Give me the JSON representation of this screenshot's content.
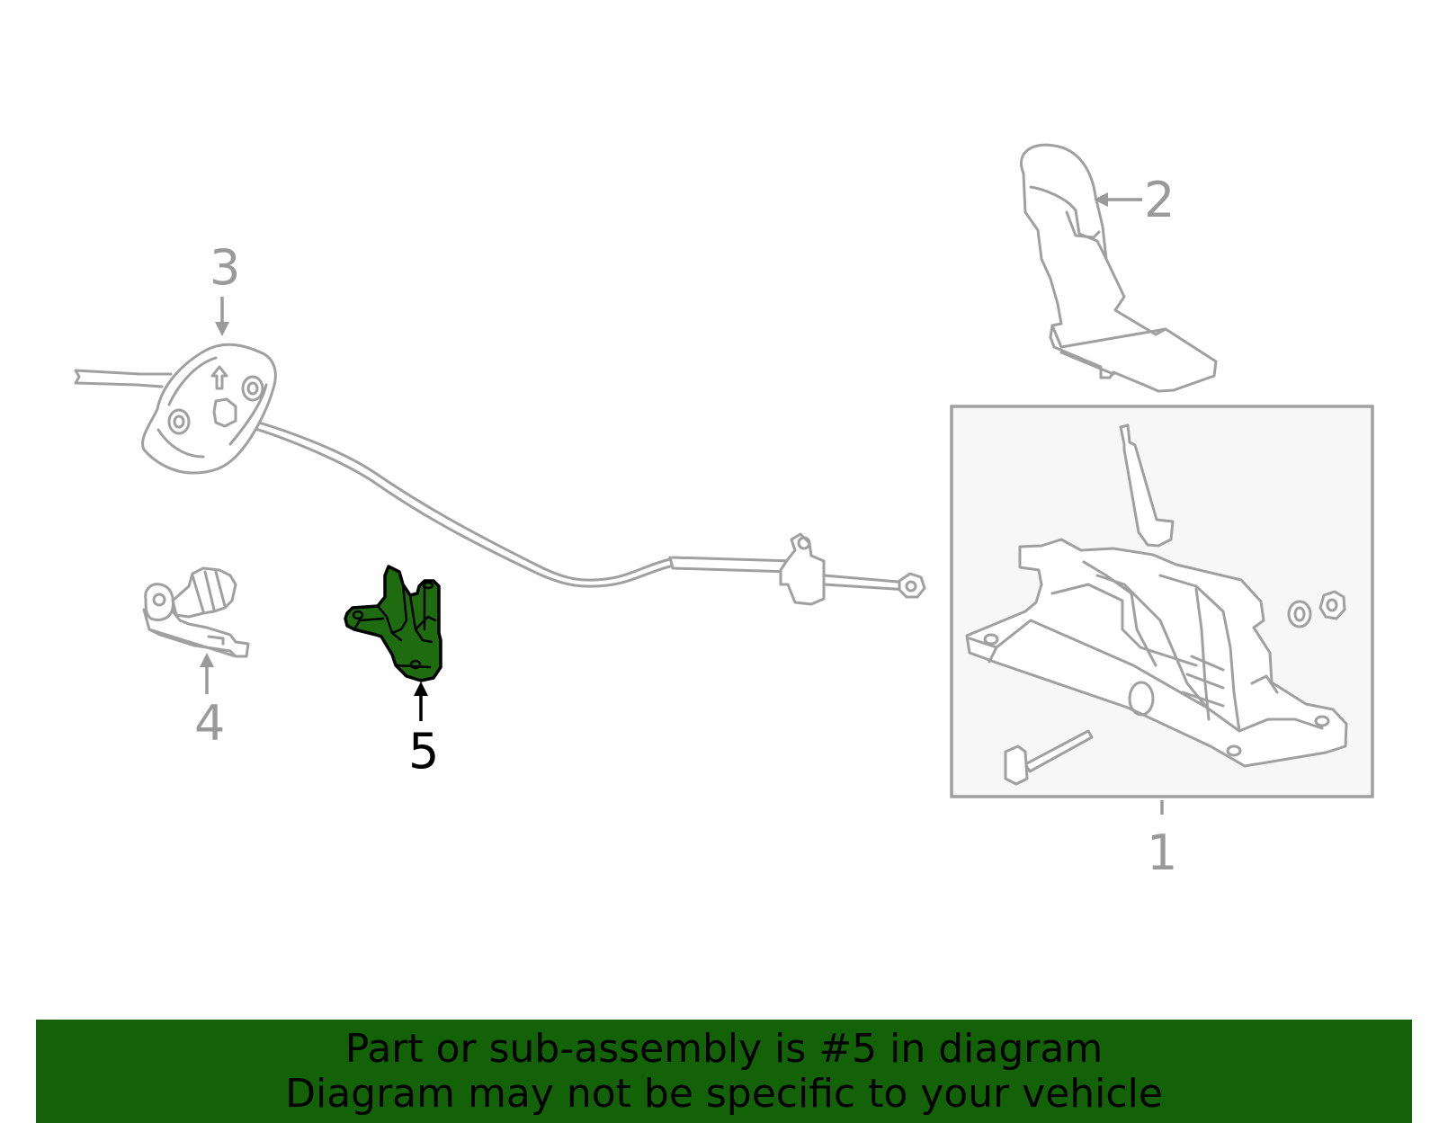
{
  "colors": {
    "line_art": "#a0a0a0",
    "highlight_fill": "#1f6b0f",
    "banner_background": "#136207",
    "text_dark": "#000000"
  },
  "callouts": [
    {
      "number": "1",
      "highlighted": false
    },
    {
      "number": "2",
      "highlighted": false
    },
    {
      "number": "3",
      "highlighted": false
    },
    {
      "number": "4",
      "highlighted": false
    },
    {
      "number": "5",
      "highlighted": true
    }
  ],
  "banner": {
    "line1": "Part or sub-assembly is #5 in diagram",
    "line2": "Diagram may not be specific to your vehicle"
  }
}
